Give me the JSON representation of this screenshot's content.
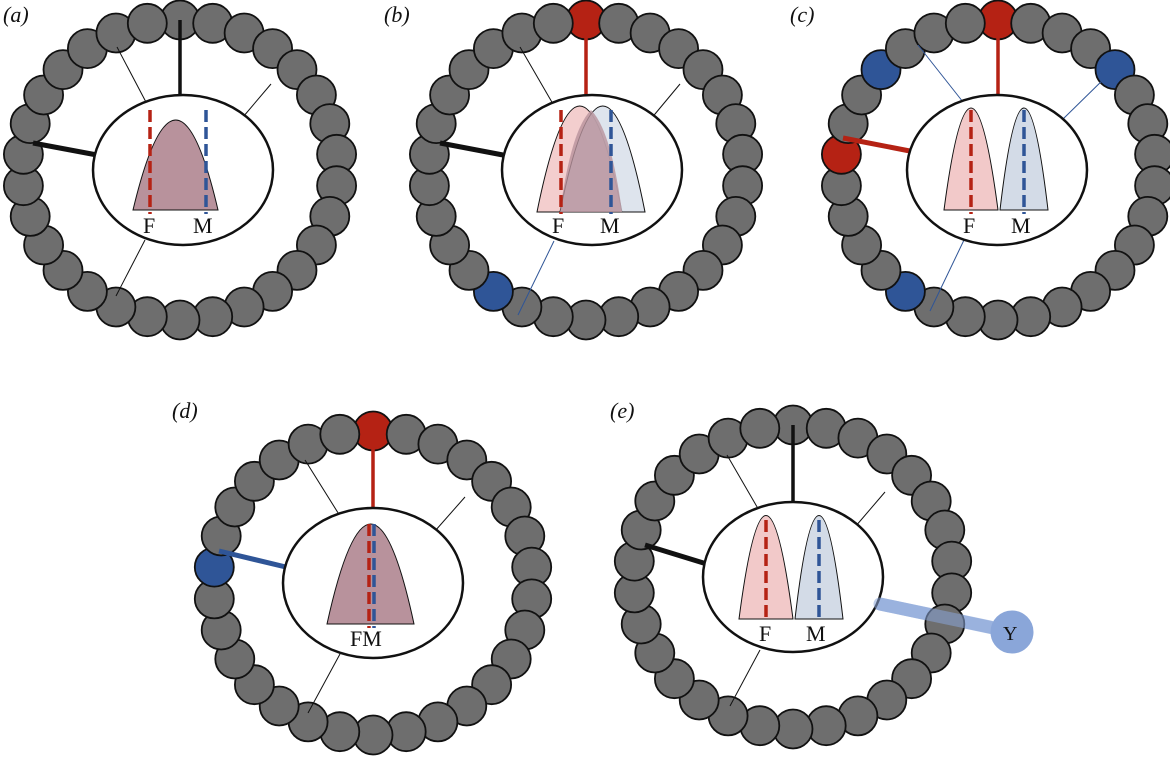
{
  "colors": {
    "bead": "#6e6e6e",
    "red": "#b52214",
    "blue": "#2f5597",
    "female_fill": "#f2c9c9",
    "male_fill": "#d3dbe7",
    "overlap_fill": "#b8929c",
    "chromosome_y": "#8aa6d9"
  },
  "panels": [
    {
      "id": "a",
      "label": "(a)",
      "peak_labels": [
        "F",
        "M"
      ]
    },
    {
      "id": "b",
      "label": "(b)",
      "peak_labels": [
        "F",
        "M"
      ]
    },
    {
      "id": "c",
      "label": "(c)",
      "peak_labels": [
        "F",
        "M"
      ]
    },
    {
      "id": "d",
      "label": "(d)",
      "peak_labels": [
        "FM"
      ]
    },
    {
      "id": "e",
      "label": "(e)",
      "peak_labels": [
        "F",
        "M"
      ],
      "extra_label": "Y"
    }
  ]
}
